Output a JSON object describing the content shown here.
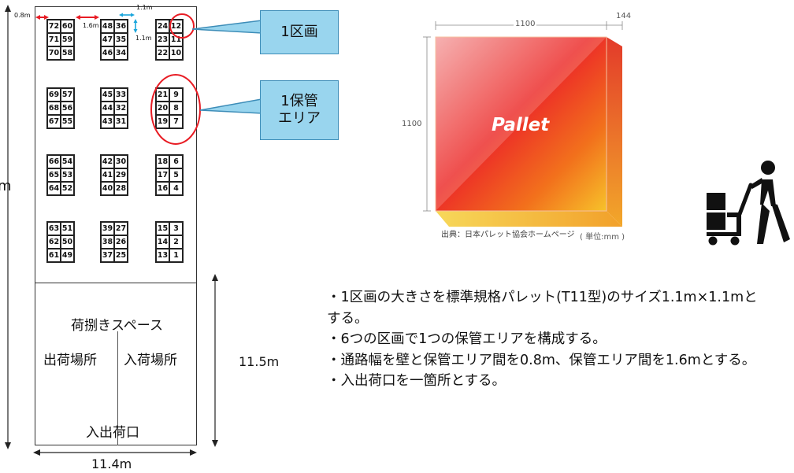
{
  "layout_diagram": {
    "blocks": [
      {
        "cells": [
          "72",
          "60",
          "71",
          "59",
          "70",
          "58"
        ]
      },
      {
        "cells": [
          "48",
          "36",
          "47",
          "35",
          "46",
          "34"
        ]
      },
      {
        "cells": [
          "24",
          "12",
          "23",
          "11",
          "22",
          "10"
        ]
      },
      {
        "cells": [
          "69",
          "57",
          "68",
          "56",
          "67",
          "55"
        ]
      },
      {
        "cells": [
          "45",
          "33",
          "44",
          "32",
          "43",
          "31"
        ]
      },
      {
        "cells": [
          "21",
          "9",
          "20",
          "8",
          "19",
          "7"
        ]
      },
      {
        "cells": [
          "66",
          "54",
          "65",
          "53",
          "64",
          "52"
        ]
      },
      {
        "cells": [
          "42",
          "30",
          "41",
          "29",
          "40",
          "28"
        ]
      },
      {
        "cells": [
          "18",
          "6",
          "17",
          "5",
          "16",
          "4"
        ]
      },
      {
        "cells": [
          "63",
          "51",
          "62",
          "50",
          "61",
          "49"
        ]
      },
      {
        "cells": [
          "39",
          "27",
          "38",
          "26",
          "37",
          "25"
        ]
      },
      {
        "cells": [
          "15",
          "3",
          "14",
          "2",
          "13",
          "1"
        ]
      }
    ],
    "dims": {
      "wall_aisle": "0.8m",
      "storage_aisle": "1.6m",
      "cell_width": "1.1m",
      "cell_height": "1.1m",
      "left_height_partial": "m",
      "handling_height": "11.5m",
      "width": "11.4m"
    },
    "areas": {
      "handling": "荷捌きスペース",
      "shipping": "出荷場所",
      "receiving": "入荷場所",
      "dock": "入出荷口"
    },
    "colors": {
      "arrow_red": "#e81c24",
      "arrow_cyan": "#1ba6dc"
    }
  },
  "callouts": {
    "section": "1区画",
    "storage_area_line1": "1保管",
    "storage_area_line2": "エリア"
  },
  "pallet": {
    "label": "Pallet",
    "width_label": "1100",
    "thickness_label": "144",
    "height_label": "1100",
    "unit_label": "( 単位:mm )",
    "source": "出典：日本パレット協会ホームページ"
  },
  "notes": [
    "・1区画の大きさを標準規格パレット(T11型)のサイズ1.1m×1.1mとする。",
    "・6つの区画で1つの保管エリアを構成する。",
    "・通路幅を壁と保管エリア間を0.8m、保管エリア間を1.6mとする。",
    "・入出荷口を一箇所とする。"
  ],
  "icon": {
    "name": "cart-person-icon"
  }
}
